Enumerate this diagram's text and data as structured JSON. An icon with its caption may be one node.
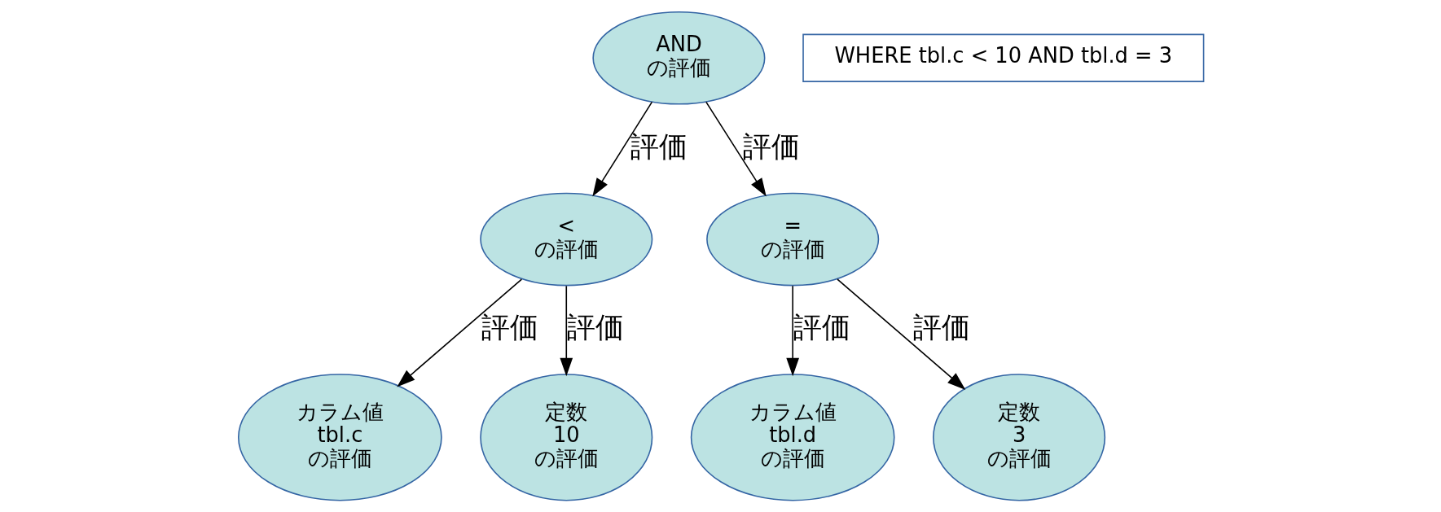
{
  "diagram": {
    "nodes": [
      {
        "text": [
          "AND",
          "の評価"
        ]
      },
      {
        "text": [
          "<",
          "の評価"
        ]
      },
      {
        "text": [
          "=",
          "の評価"
        ]
      },
      {
        "text": [
          "カラム値",
          "tbl.c",
          "の評価"
        ]
      },
      {
        "text": [
          "定数",
          "10",
          "の評価"
        ]
      },
      {
        "text": [
          "カラム値",
          "tbl.d",
          "の評価"
        ]
      },
      {
        "text": [
          "定数",
          "3",
          "の評価"
        ]
      },
      {
        "text": [
          "WHERE tbl.c < 10 AND tbl.d = 3"
        ]
      }
    ],
    "edges": [
      {
        "from": 0,
        "to": 1,
        "arrow": "to",
        "label": "評価"
      },
      {
        "from": 0,
        "to": 2,
        "arrow": "to",
        "label": "評価"
      },
      {
        "from": 1,
        "to": 3,
        "arrow": "to",
        "label": "評価"
      },
      {
        "from": 1,
        "to": 4,
        "arrow": "to",
        "label": "評価"
      },
      {
        "from": 2,
        "to": 5,
        "arrow": "to",
        "label": "評価"
      },
      {
        "from": 2,
        "to": 6,
        "arrow": "to",
        "label": "評価"
      }
    ]
  }
}
